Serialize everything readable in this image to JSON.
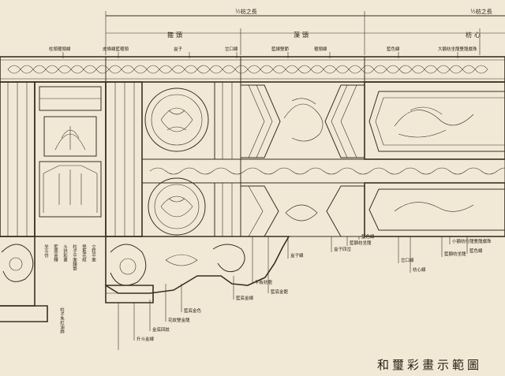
{
  "title": "和璽彩畫示範圖",
  "dimensions": {
    "left_span": "½枋之長",
    "right_span": "½枋之長",
    "zone_left": "箍頭",
    "zone_middle": "藻頭",
    "zone_right": "枋心"
  },
  "top_labels": [
    "柱頭箍頭線",
    "皮條線藍箍頭",
    "盒子",
    "岔口線",
    "藍線雙節",
    "箍頭線",
    "藍色線",
    "大額枋坐龍雙龍戲珠"
  ],
  "bottom_labels_right": [
    "盒子線",
    "盒子四岔",
    "藍額枋坐龍",
    "藍色線",
    "岔口線",
    "枋心線",
    "藍額枋坐龍",
    "小額枋行龍雙龍戲珠",
    "藍色線"
  ],
  "bottom_labels_left": [
    "坐斗仿",
    "藍底金線",
    "斗拱彩畫",
    "柱子平面鑲嵌",
    "墊板花紋",
    "立柱平面"
  ],
  "bottom_labels_bracket": [
    "藍底金龍",
    "平板枋龍",
    "藍底金線",
    "藍底金色",
    "花紋雙金龍",
    "金底回紋",
    "升斗金線"
  ],
  "pillar_note": "柱子朱紅油飾",
  "colors": {
    "ink": "#3b2f22",
    "paper": "#f1e9d6"
  }
}
